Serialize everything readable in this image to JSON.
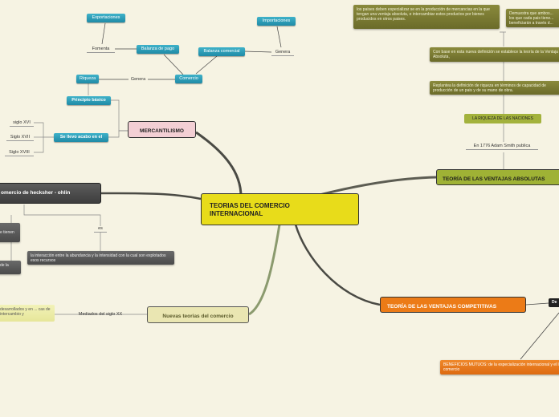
{
  "central": {
    "title": "TEORIAS DEL COMERCIO INTERNACIONAL"
  },
  "mercantilismo": {
    "title": "MERCANTILISMO",
    "principio": "Principio básico",
    "riqueza": "Riqueza",
    "genera_1": "Genera",
    "comercio": "Comercio",
    "balanza_pago": "Balanza de pago",
    "fomenta": "Fomenta",
    "exportaciones": "Exportaciones",
    "balanza_comercial": "Balanza comercial",
    "genera_2": "Genera",
    "importaciones": "Importaciones",
    "se_llevo": "Se llevo acabo en el",
    "siglos": [
      "siglo XVI",
      "Siglo XVII",
      "Siglo XVIII"
    ]
  },
  "absoluta": {
    "title": "TEORÍA DE LAS VENTAJAS ABSOLUTAS",
    "text1": "los paises deben especializar se en la producción de mercancias en la que tengan una ventaja absoluta, e intercambiar estos productos por bienes producidos en otros paises.",
    "text2": "Demuestra que ambos... los que cada pais tiene... beneficiarán a través d...",
    "text3": "Con base en esta nueva definición se establece la teoría de la Ventaja Absoluta,",
    "text4": "Replantea la definición de riqueza en términos de capacidad de producción de un pais y de su mano de obra.",
    "riqueza_naciones": "LA RIQUEZA DE LAS NACIONES",
    "smith": "En 1776 Adam Smith publica"
  },
  "competitiva": {
    "title": "TEORÍA DE LAS VENTAJAS COMPETITIVAS",
    "badge": "De",
    "beneficios": "BENEFICIOS MUTUOS: de la especialización internacional y el libre comercio"
  },
  "heckscher": {
    "title": "omercio de hecksher - ohlin",
    "tienen": "e tienen",
    "es": "es",
    "interaccion": "la interacción entre la abundancia y la intensidad con la cual son explotados esos recursos",
    "de_la": "de la"
  },
  "nuevas": {
    "title": "Nuevas teorias del comercio",
    "mediados": "Mediados del siglo XX",
    "desarrollados": "desarrollados y en ... cas de intercambio y"
  }
}
